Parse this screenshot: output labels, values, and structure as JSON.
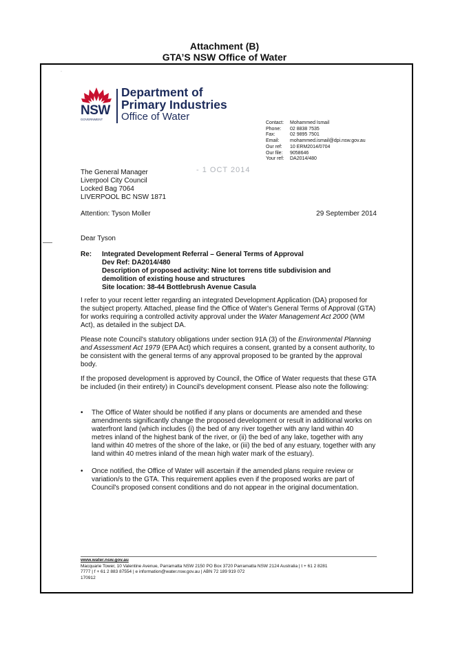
{
  "header": {
    "line1": "Attachment (B)",
    "line2": "GTA’S NSW Office of Water"
  },
  "logo": {
    "nsw": "NSW",
    "government": "GOVERNMENT",
    "dept_line1": "Department of",
    "dept_line2": "Primary Industries",
    "office": "Office of Water",
    "colors": {
      "waratah": "#c8102e",
      "navy": "#1b2a5a"
    }
  },
  "contact": [
    {
      "label": "Contact:",
      "value": "Mohammed Ismail"
    },
    {
      "label": "Phone:",
      "value": "02 8838 7535"
    },
    {
      "label": "Fax:",
      "value": "02 9895 7501"
    },
    {
      "label": "Email:",
      "value": "mohammed.ismail@dpi.nsw.gov.au"
    },
    {
      "label": "Our ref:",
      "value": "10 ERM2014/0704"
    },
    {
      "label": "Our file:",
      "value": "9058646"
    },
    {
      "label": "Your ref:",
      "value": "DA2014/480"
    }
  ],
  "stamp": "- 1 OCT 2014",
  "addressee": [
    "The General Manager",
    "Liverpool City Council",
    "Locked Bag 7064",
    "LIVERPOOL BC NSW 1871"
  ],
  "attention": "Attention: Tyson Moller",
  "date": "29 September 2014",
  "salutation": "Dear Tyson",
  "re": {
    "label": "Re:",
    "lines": [
      "Integrated Development Referral – General Terms of Approval",
      "Dev Ref: DA2014/480",
      "Description of proposed activity: Nine lot torrens title subdivision and",
      "demolition of existing house and structures",
      "Site location: 38-44 Bottlebrush Avenue Casula"
    ]
  },
  "para1": {
    "before": "I refer to your recent letter regarding an integrated Development Application (DA) proposed for the subject property. Attached, please find the Office of Water's General Terms of Approval (GTA) for works requiring a controlled activity approval under the ",
    "italic": "Water Management Act 2000",
    "after": " (WM Act), as detailed in the subject DA."
  },
  "para2": {
    "before": "Please note Council's statutory obligations under section 91A (3) of the ",
    "italic": "Environmental Planning and Assessment Act 1979",
    "after": " (EPA Act) which requires a consent, granted by a consent authority, to be consistent with the general terms of any approval proposed to be granted by the approval body."
  },
  "para3": "If the proposed development is approved by Council, the Office of Water requests that these GTA be included (in their entirety) in Council's development consent. Please also note the following:",
  "bullets": [
    "The Office of Water should be notified if any plans or documents are amended and these amendments significantly change the proposed development or result in additional works on waterfront land (which includes (i) the bed of any river together with any land within 40 metres inland of the highest bank of the river, or (ii) the bed of any lake, together with any land within 40 metres of the shore of the lake, or (iii) the bed of any estuary, together with any land within 40 metres inland of the mean high water mark of the estuary).",
    "Once notified, the Office of Water will ascertain if the amended plans require review or variation/s to the GTA. This requirement applies even if the proposed works are part of Council's proposed consent conditions and do not appear in the original documentation."
  ],
  "bullet_glyph": "•",
  "footer": {
    "url": "www.water.nsw.gov.au",
    "line1": "Macquarie Tower, 10 Valentine Avenue, Parramatta NSW 2150 PO Box 3720 Parramatta NSW 2124 Australia | t + 61 2 8281",
    "line2": "7777 | f + 61 2 883 87554 | e information@water.nsw.gov.au | ABN 72 189 919 072",
    "line3": "170912"
  }
}
